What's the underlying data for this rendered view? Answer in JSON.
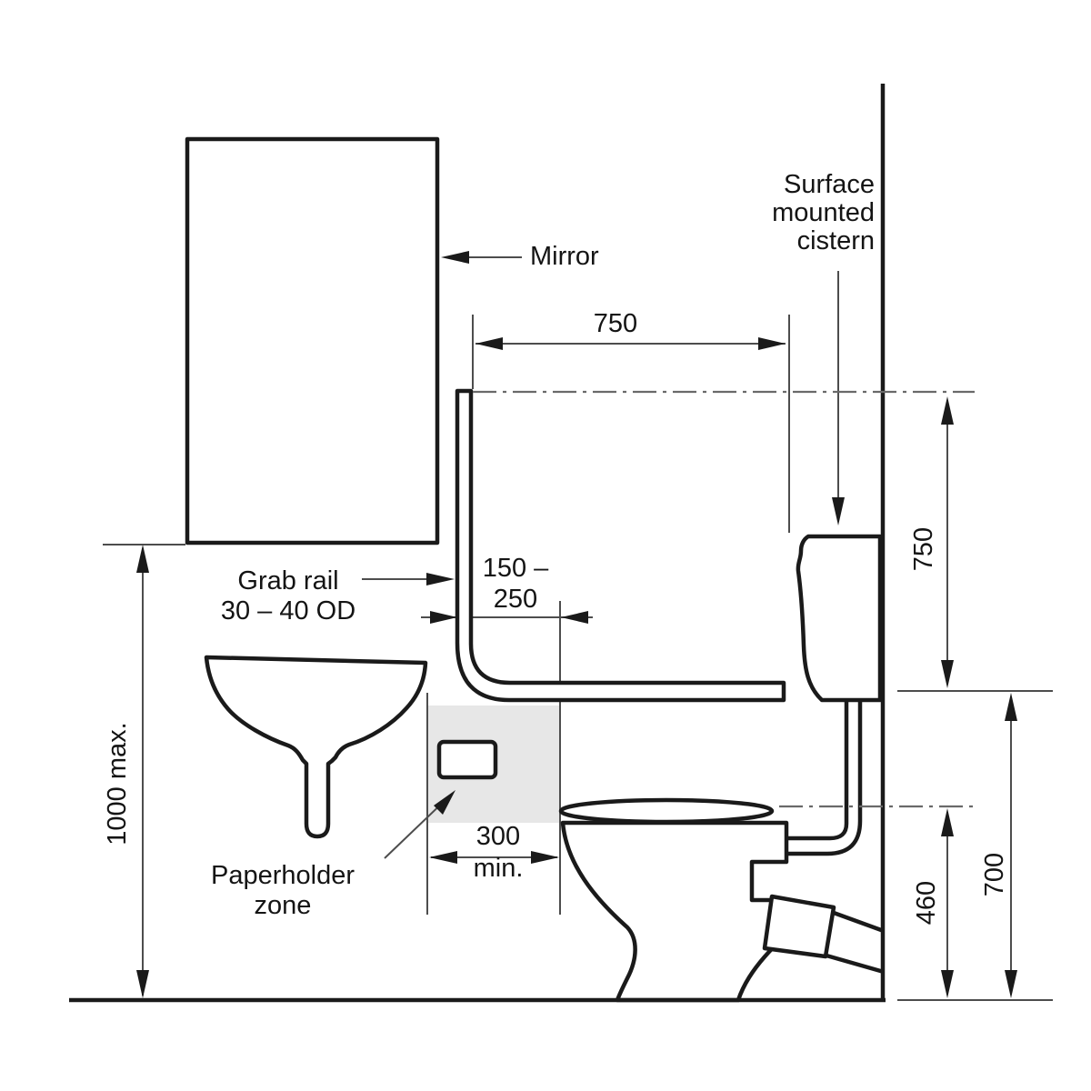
{
  "labels": {
    "mirror": "Mirror",
    "surface_mounted_cistern": [
      "Surface",
      "mounted",
      "cistern"
    ],
    "grab_rail": [
      "Grab rail",
      "30 – 40 OD"
    ],
    "paperholder_zone": [
      "Paperholder",
      "zone"
    ]
  },
  "dimensions": {
    "grab_rail_horizontal_length": "750",
    "grab_rail_offset_range": [
      "150 –",
      "250"
    ],
    "fixture_height_max": "1000 max.",
    "paperholder_zone_width": [
      "300",
      "min."
    ],
    "rail_top_above_rail_level": "750",
    "rail_level_above_floor": "700",
    "seat_level_above_floor": "460"
  },
  "colors": {
    "line": "#1a1a1a",
    "dimension_line": "#4d4d4d",
    "centerline": "#6a6a6a",
    "zone_fill": "#e7e7e7",
    "background": "#ffffff"
  }
}
